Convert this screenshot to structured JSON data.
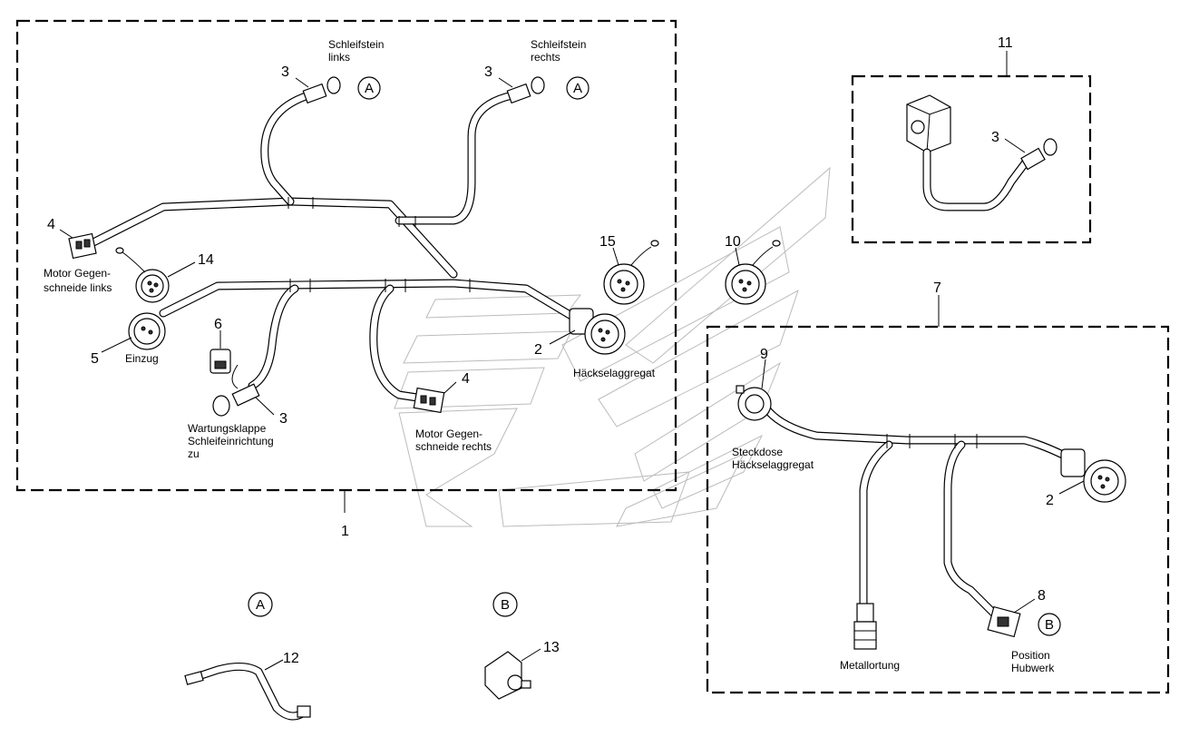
{
  "callouts": {
    "c3_links": "3",
    "c3_rechts": "3",
    "c3_sensor": "3",
    "c3_wartung": "3",
    "c4_links": "4",
    "c4_rechts": "4",
    "c14": "14",
    "c5": "5",
    "c6": "6",
    "c15": "15",
    "c10": "10",
    "c2_main": "2",
    "c2_sub": "2",
    "c1": "1",
    "c11": "11",
    "c7": "7",
    "c9": "9",
    "c8": "8",
    "c12": "12",
    "c13": "13"
  },
  "labels": {
    "schleifstein_links_1": "Schleifstein",
    "schleifstein_links_2": "links",
    "schleifstein_rechts_1": "Schleifstein",
    "schleifstein_rechts_2": "rechts",
    "motor_links_1": "Motor Gegen-",
    "motor_links_2": "schneide links",
    "einzug": "Einzug",
    "wartung_1": "Wartungsklappe",
    "wartung_2": "Schleifeinrichtung",
    "wartung_3": "zu",
    "motor_rechts_1": "Motor Gegen-",
    "motor_rechts_2": "schneide rechts",
    "haeckselaggregat": "Häckselaggregat",
    "steckdose_1": "Steckdose",
    "steckdose_2": "Häckselaggregat",
    "metallortung": "Metallortung",
    "position_1": "Position",
    "position_2": "Hubwerk"
  },
  "markers": {
    "a_links": "A",
    "a_rechts": "A",
    "b_pos": "B",
    "a_detail": "A",
    "b_detail": "B"
  }
}
